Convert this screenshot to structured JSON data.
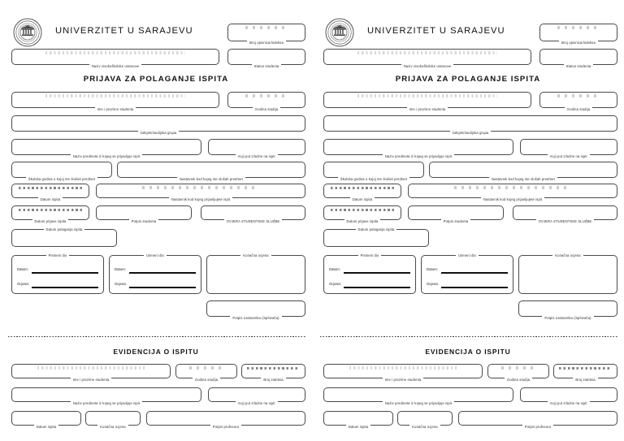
{
  "document": {
    "institution": "UNIVERZITET U SARAJEVU",
    "form_title": "PRIJAVA ZA POLAGANJE ISPITA",
    "record_title": "EVIDENCIJA O ISPITU",
    "seal_icon": "university-seal-icon",
    "copies": 2,
    "ink_color": "#1a1a1a",
    "border_color": "#4a4a4a",
    "paper_color": "#ffffff"
  },
  "header_fields": {
    "register_number": "Broj upisnica/indeksa",
    "institution_name": "Naziv visokoškolske ustanove",
    "student_status": "Status studenta"
  },
  "application": {
    "student_name": "Ime i prezime studenta",
    "study_year": "Godina studija",
    "department_group": "Odsjek/studijska grupa",
    "subject_name": "Naziv predmeta iz kojeg se prijavljuje ispit",
    "attempt_number": "Koji put izlazite na ispit",
    "school_year": "Školska godina u kojoj ste slušali predmet",
    "teacher_attended": "Nastavnik kod kojeg ste slušali predmet",
    "exam_date": "Datum ispita",
    "teacher_applied": "Nastavnik kod kojeg prijavljujete ispit",
    "application_date": "Datum prijave ispita",
    "student_signature": "Potpis studenta",
    "office_verification": "OVJERA STUDENTSKE SLUŽBE",
    "exam_taking_date": "Datum polaganja ispita"
  },
  "grading": {
    "written_part": "Pismeni dio",
    "oral_part": "Usmeni dio",
    "final_grade": "Konačna ocjena",
    "teacher_signature": "Potpis nastavnika (ispitivača)",
    "date_label": "Datum:",
    "grade_label": "Ocjena:"
  },
  "record": {
    "student_name": "Ime i prezime studenta",
    "study_year": "Godina studija",
    "index_number": "Broj indeksa",
    "subject_name": "Naziv predmeta iz kojeg se prijavljuje ispit",
    "attempt_number": "Koji put izlazite na ispit",
    "exam_date": "Datum ispita",
    "final_grade": "Konačna ocjena",
    "professor_signature": "Potpis profesora"
  }
}
